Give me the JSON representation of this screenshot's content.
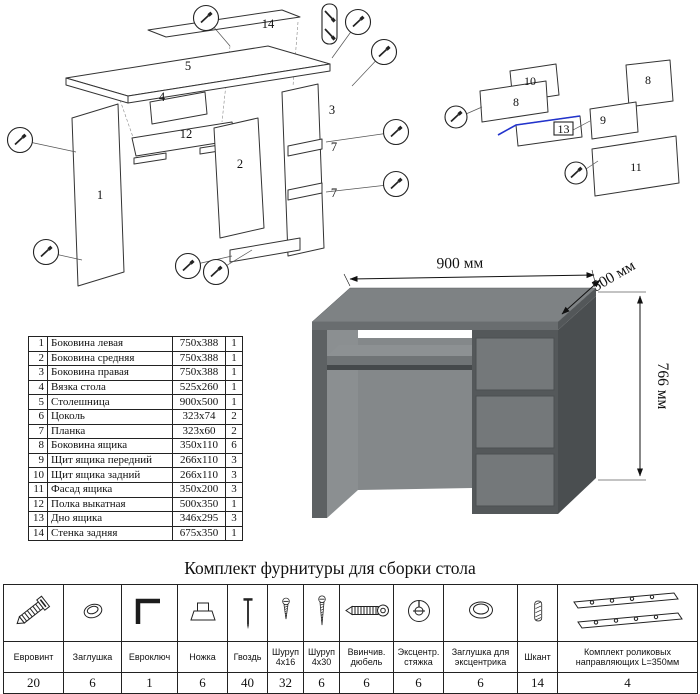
{
  "parts_table": {
    "rows": [
      {
        "num": "1",
        "name": "Боковина левая",
        "size": "750x388",
        "qty": "1"
      },
      {
        "num": "2",
        "name": "Боковина средняя",
        "size": "750x388",
        "qty": "1"
      },
      {
        "num": "3",
        "name": "Боковина правая",
        "size": "750x388",
        "qty": "1"
      },
      {
        "num": "4",
        "name": "Вязка стола",
        "size": "525x260",
        "qty": "1"
      },
      {
        "num": "5",
        "name": "Столешница",
        "size": "900x500",
        "qty": "1"
      },
      {
        "num": "6",
        "name": "Цоколь",
        "size": "323x74",
        "qty": "2"
      },
      {
        "num": "7",
        "name": "Планка",
        "size": "323x60",
        "qty": "2"
      },
      {
        "num": "8",
        "name": "Боковина ящика",
        "size": "350x110",
        "qty": "6"
      },
      {
        "num": "9",
        "name": "Щит ящика передний",
        "size": "266x110",
        "qty": "3"
      },
      {
        "num": "10",
        "name": "Щит ящика задний",
        "size": "266x110",
        "qty": "3"
      },
      {
        "num": "11",
        "name": "Фасад ящика",
        "size": "350x200",
        "qty": "3"
      },
      {
        "num": "12",
        "name": "Полка выкатная",
        "size": "500x350",
        "qty": "1"
      },
      {
        "num": "13",
        "name": "Дно ящика",
        "size": "346x295",
        "qty": "3"
      },
      {
        "num": "14",
        "name": "Стенка задняя",
        "size": "675x350",
        "qty": "1"
      }
    ]
  },
  "dimensions": {
    "width": "900 мм",
    "depth": "500 мм",
    "height": "766 мм"
  },
  "hardware_section": {
    "title": "Комплект фурнитуры для сборки стола",
    "items": [
      {
        "name": "Евровинт",
        "qty": "20"
      },
      {
        "name": "Заглушка",
        "qty": "6"
      },
      {
        "name": "Евроключ",
        "qty": "1"
      },
      {
        "name": "Ножка",
        "qty": "6"
      },
      {
        "name": "Гвоздь",
        "qty": "40"
      },
      {
        "name": "Шуруп 4x16",
        "qty": "32"
      },
      {
        "name": "Шуруп 4x30",
        "qty": "6"
      },
      {
        "name": "Ввинчив. дюбель",
        "qty": "6"
      },
      {
        "name": "Эксцентр. стяжка",
        "qty": "6"
      },
      {
        "name": "Заглушка для эксцентрика",
        "qty": "6"
      },
      {
        "name": "Шкант",
        "qty": "14"
      },
      {
        "name": "Комплект роликовых направляющих L=350мм",
        "qty": "4"
      }
    ]
  },
  "exploded_main": {
    "labels": [
      "14",
      "5",
      "4",
      "1",
      "12",
      "2",
      "3",
      "7",
      "7"
    ]
  },
  "exploded_drawer": {
    "labels": [
      "10",
      "8",
      "8",
      "9",
      "13",
      "11"
    ]
  },
  "colors": {
    "desk_gray": "#6e7274",
    "line": "#333333",
    "highlight_blue": "#2233cc"
  }
}
